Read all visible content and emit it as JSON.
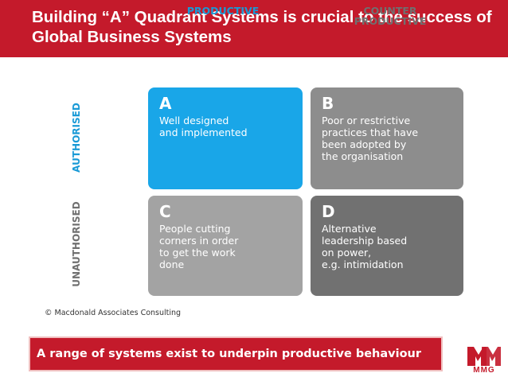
{
  "header": {
    "title": "Building “A” Quadrant Systems is crucial to the success of Global Business Systems"
  },
  "diagram": {
    "columns": {
      "productive": "PRODUCTIVE",
      "counter_productive": "COUNTER\nPRODUCTIVE"
    },
    "rows": {
      "authorised": "AUTHORISED",
      "unauthorised": "UNAUTHORISED"
    },
    "quadrants": {
      "a": {
        "letter": "A",
        "text": "Well designed\nand implemented"
      },
      "b": {
        "letter": "B",
        "text": "Poor or restrictive\npractices that have\nbeen adopted by\nthe organisation"
      },
      "c": {
        "letter": "C",
        "text": "People cutting\ncorners in order\nto get the work\ndone"
      },
      "d": {
        "letter": "D",
        "text": "Alternative\nleadership based\non power,\ne.g. intimidation"
      }
    },
    "copyright": "© Macdonald Associates Consulting"
  },
  "footer": {
    "message": "A range of systems exist to underpin productive behaviour",
    "logo_text": "MMG"
  },
  "colors": {
    "brand_red": "#c41a2b",
    "quadrant_a": "#19a6e8",
    "quadrant_b": "#8d8d8d",
    "quadrant_c": "#a3a3a3",
    "quadrant_d": "#717171"
  },
  "icons": {
    "logo": "mmg-logo-icon"
  }
}
